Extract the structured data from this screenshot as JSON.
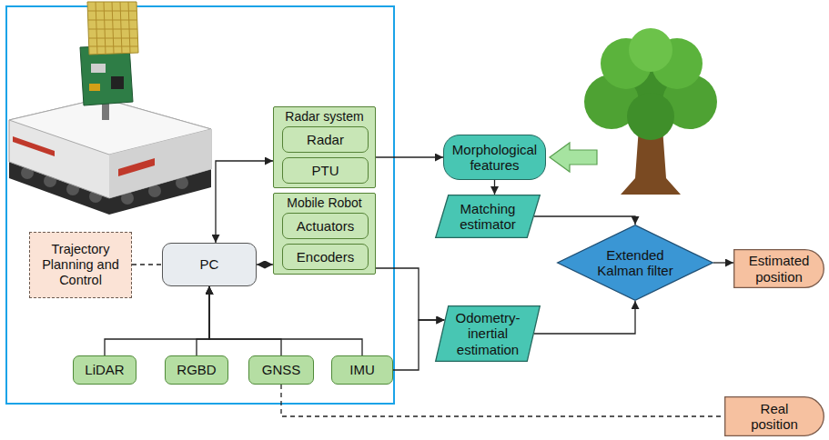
{
  "diagram": {
    "nodes": [
      {
        "text": [
          "Radar system"
        ]
      },
      {
        "text": [
          "Radar"
        ],
        "in": 0
      },
      {
        "text": [
          "PTU"
        ],
        "in": 0
      },
      {
        "text": [
          "Mobile Robot"
        ]
      },
      {
        "text": [
          "Actuators"
        ],
        "in": 3
      },
      {
        "text": [
          "Encoders"
        ],
        "in": 3
      },
      {
        "text": [
          "Trajectory Planning and Control"
        ]
      },
      {
        "text": [
          "PC"
        ]
      },
      {
        "text": [
          "LiDAR"
        ]
      },
      {
        "text": [
          "RGBD"
        ]
      },
      {
        "text": [
          "GNSS"
        ]
      },
      {
        "text": [
          "IMU"
        ]
      },
      {
        "text": [
          "Morphological features"
        ]
      },
      {
        "text": [
          "Matching estimator"
        ]
      },
      {
        "text": [
          "Odometry-inertial estimation"
        ]
      },
      {
        "text": [
          "Extended Kalman filter"
        ]
      },
      {
        "text": [
          "Estimated position"
        ]
      },
      {
        "text": [
          "Real position"
        ]
      }
    ],
    "edges": [
      {
        "from": 7,
        "to": 0,
        "arrow": "both"
      },
      {
        "from": 7,
        "to": 3,
        "arrow": "both"
      },
      {
        "from": 6,
        "to": 7,
        "arrow": "none"
      },
      {
        "from": 8,
        "to": 7,
        "arrow": "to"
      },
      {
        "from": 9,
        "to": 7,
        "arrow": "to"
      },
      {
        "from": 10,
        "to": 7,
        "arrow": "to"
      },
      {
        "from": 11,
        "to": 7,
        "arrow": "to"
      },
      {
        "from": 0,
        "to": 12,
        "arrow": "to"
      },
      {
        "from": 12,
        "to": 13,
        "arrow": "to"
      },
      {
        "from": 13,
        "to": 15,
        "arrow": "to"
      },
      {
        "from": 3,
        "to": 14,
        "arrow": "to"
      },
      {
        "from": 11,
        "to": 14,
        "arrow": "to"
      },
      {
        "from": 14,
        "to": 15,
        "arrow": "to"
      },
      {
        "from": 15,
        "to": 16,
        "arrow": "to"
      },
      {
        "from": 10,
        "to": 17,
        "arrow": "none"
      }
    ]
  }
}
